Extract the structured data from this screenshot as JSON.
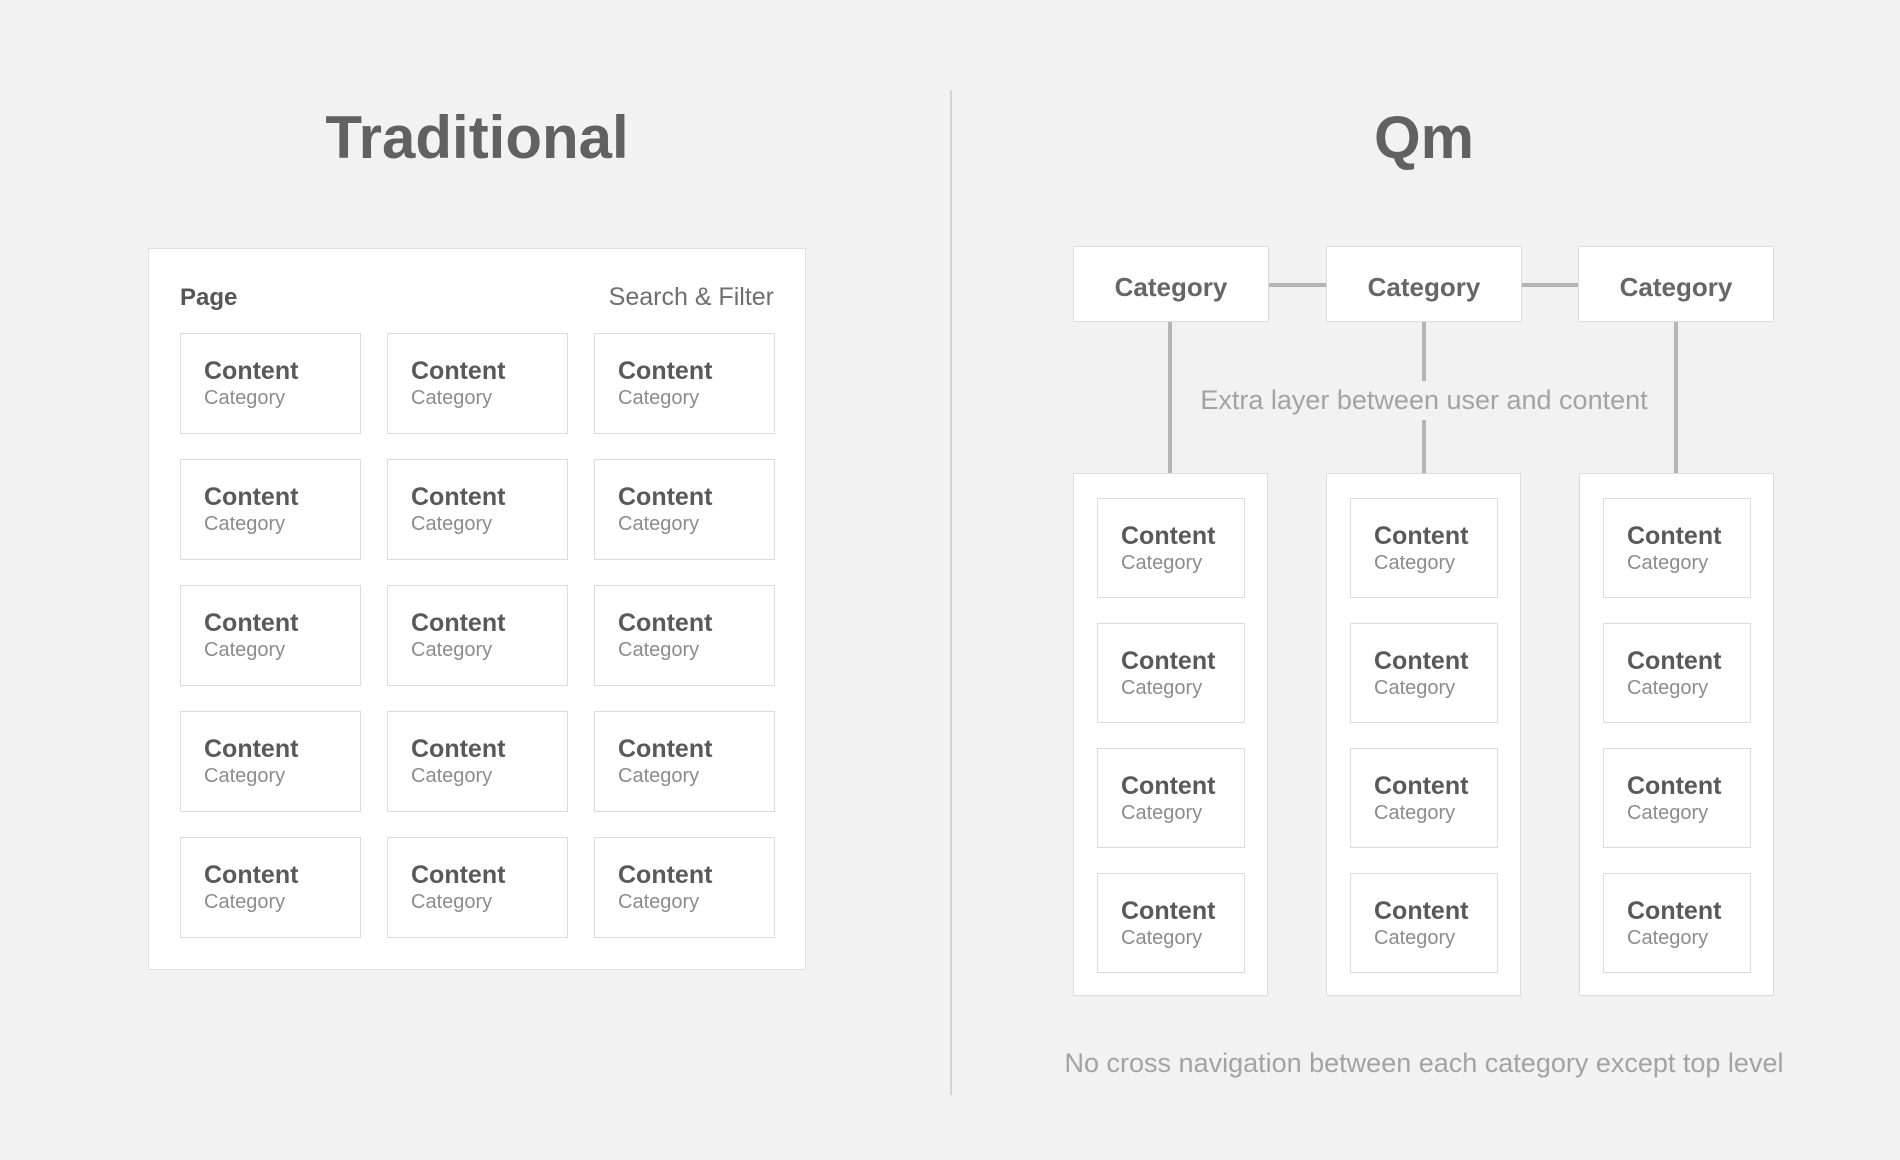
{
  "page": {
    "background": "#f2f2f2",
    "connector_color": "#b5b5b5"
  },
  "left": {
    "title": "Traditional",
    "panel": {
      "header": {
        "title": "Page",
        "action": "Search & Filter"
      },
      "cards": [
        {
          "title": "Content",
          "subtitle": "Category"
        },
        {
          "title": "Content",
          "subtitle": "Category"
        },
        {
          "title": "Content",
          "subtitle": "Category"
        },
        {
          "title": "Content",
          "subtitle": "Category"
        },
        {
          "title": "Content",
          "subtitle": "Category"
        },
        {
          "title": "Content",
          "subtitle": "Category"
        },
        {
          "title": "Content",
          "subtitle": "Category"
        },
        {
          "title": "Content",
          "subtitle": "Category"
        },
        {
          "title": "Content",
          "subtitle": "Category"
        },
        {
          "title": "Content",
          "subtitle": "Category"
        },
        {
          "title": "Content",
          "subtitle": "Category"
        },
        {
          "title": "Content",
          "subtitle": "Category"
        },
        {
          "title": "Content",
          "subtitle": "Category"
        },
        {
          "title": "Content",
          "subtitle": "Category"
        },
        {
          "title": "Content",
          "subtitle": "Category"
        }
      ]
    }
  },
  "right": {
    "title": "Qm",
    "top_categories": [
      {
        "label": "Category"
      },
      {
        "label": "Category"
      },
      {
        "label": "Category"
      }
    ],
    "annotation": "Extra layer between user and content",
    "columns": [
      {
        "cards": [
          {
            "title": "Content",
            "subtitle": "Category"
          },
          {
            "title": "Content",
            "subtitle": "Category"
          },
          {
            "title": "Content",
            "subtitle": "Category"
          },
          {
            "title": "Content",
            "subtitle": "Category"
          }
        ]
      },
      {
        "cards": [
          {
            "title": "Content",
            "subtitle": "Category"
          },
          {
            "title": "Content",
            "subtitle": "Category"
          },
          {
            "title": "Content",
            "subtitle": "Category"
          },
          {
            "title": "Content",
            "subtitle": "Category"
          }
        ]
      },
      {
        "cards": [
          {
            "title": "Content",
            "subtitle": "Category"
          },
          {
            "title": "Content",
            "subtitle": "Category"
          },
          {
            "title": "Content",
            "subtitle": "Category"
          },
          {
            "title": "Content",
            "subtitle": "Category"
          }
        ]
      }
    ],
    "footnote": "No cross navigation between each category except top level"
  }
}
